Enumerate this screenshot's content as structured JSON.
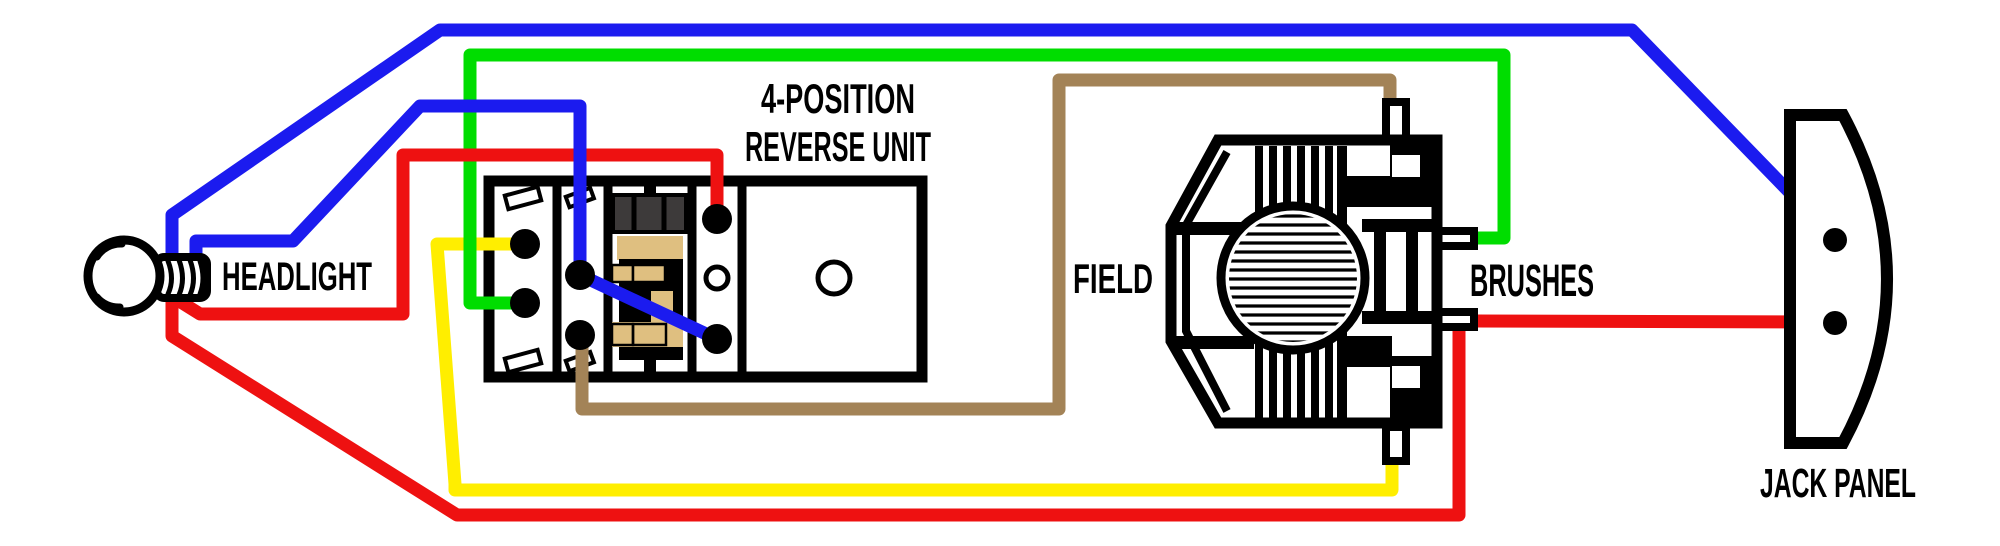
{
  "labels": {
    "headlight": "HEADLIGHT",
    "reverse_unit_line1": "4-POSITION",
    "reverse_unit_line2": "REVERSE UNIT",
    "field": "FIELD",
    "brushes": "BRUSHES",
    "jack_panel": "JACK PANEL"
  },
  "colors": {
    "blue": "#1b1bef",
    "red": "#ee1111",
    "green": "#00dd00",
    "yellow": "#ffee00",
    "brown": "#a38357",
    "tan": "#dfbf80",
    "dark_gray": "#3d3a3a",
    "black": "#000000",
    "white": "#ffffff"
  },
  "components": {
    "headlight": {
      "label": "HEADLIGHT",
      "icon": "light-bulb-icon"
    },
    "reverse_unit": {
      "title_line1": "4-POSITION",
      "title_line2": "REVERSE UNIT",
      "terminal_count": 6,
      "icon": "reverse-unit-icon"
    },
    "motor": {
      "field_label": "FIELD",
      "brushes_label": "BRUSHES",
      "icon": "motor-cross-section-icon"
    },
    "jack_panel": {
      "label": "JACK PANEL",
      "jack_count": 2,
      "icon": "jack-panel-icon"
    }
  },
  "wires": [
    {
      "id": "blue-top-loop",
      "color": "blue",
      "from": "headlight socket top",
      "to": "jack panel upper jack"
    },
    {
      "id": "blue-reverse",
      "color": "blue",
      "from": "headlight socket top",
      "to": "reverse unit center terminal, jumper to lower-right terminal"
    },
    {
      "id": "red-reverse",
      "color": "red",
      "from": "headlight socket bottom",
      "to": "reverse unit upper-right terminal"
    },
    {
      "id": "red-bottom-loop",
      "color": "red",
      "from": "headlight socket bottom",
      "to": "motor lower brush terminal"
    },
    {
      "id": "red-jack",
      "color": "red",
      "from": "motor lower brush terminal",
      "to": "jack panel lower jack"
    },
    {
      "id": "green",
      "color": "green",
      "from": "reverse unit lower-left terminal",
      "to": "motor upper brush terminal"
    },
    {
      "id": "yellow",
      "color": "yellow",
      "from": "reverse unit upper-left terminal",
      "to": "motor bottom post"
    },
    {
      "id": "brown",
      "color": "brown",
      "from": "reverse unit lower-center terminal",
      "to": "motor top post"
    }
  ]
}
